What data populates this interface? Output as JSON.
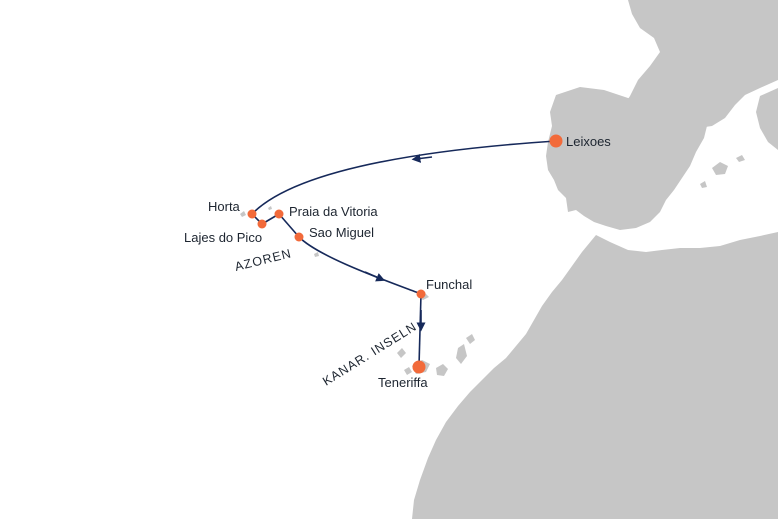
{
  "colors": {
    "land": "#c6c6c6",
    "sea": "#ffffff",
    "route": "#16295a",
    "port_marker": "#f26a3a",
    "label_text": "#1d2530"
  },
  "route": {
    "direction": "Leixoes → Horta → Lajes do Pico → Praia da Vitoria → Sao Miguel → Funchal → Teneriffa"
  },
  "ports": [
    {
      "id": "leixoes",
      "name": "Leixoes",
      "marker": "large"
    },
    {
      "id": "horta",
      "name": "Horta",
      "marker": "small"
    },
    {
      "id": "lajes",
      "name": "Lajes do Pico",
      "marker": "small"
    },
    {
      "id": "praia",
      "name": "Praia da Vitoria",
      "marker": "small"
    },
    {
      "id": "saomiguel",
      "name": "Sao Miguel",
      "marker": "small"
    },
    {
      "id": "funchal",
      "name": "Funchal",
      "marker": "small"
    },
    {
      "id": "teneriffa",
      "name": "Teneriffa",
      "marker": "large"
    }
  ],
  "regions": {
    "azoren": "AZOREN",
    "kanaren": "KANAR. INSELN"
  }
}
